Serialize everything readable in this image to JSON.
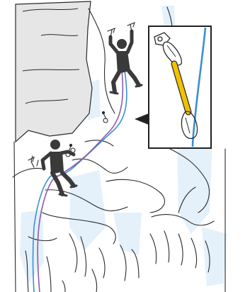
{
  "illustration": {
    "colors": {
      "ice_tint": "#e4f1fb",
      "ice_tint_light": "#eef6fc",
      "rock": "#e6e6e6",
      "rock_outline": "#2a2a2a",
      "climber": "#3a3a3a",
      "rope_blue": "#3b8fd1",
      "rope_purple": "#8e5aa8",
      "quickdraw_sling": "#f2c200",
      "inset_frame": "#222222",
      "pointer": "#222222"
    },
    "icons": [
      "rock-face",
      "frozen-waterfall",
      "lead-climber-icon",
      "belayer-climber-icon",
      "ice-axe-icon",
      "ice-screw-icon",
      "double-rope",
      "quickdraw-detail-inset"
    ]
  }
}
